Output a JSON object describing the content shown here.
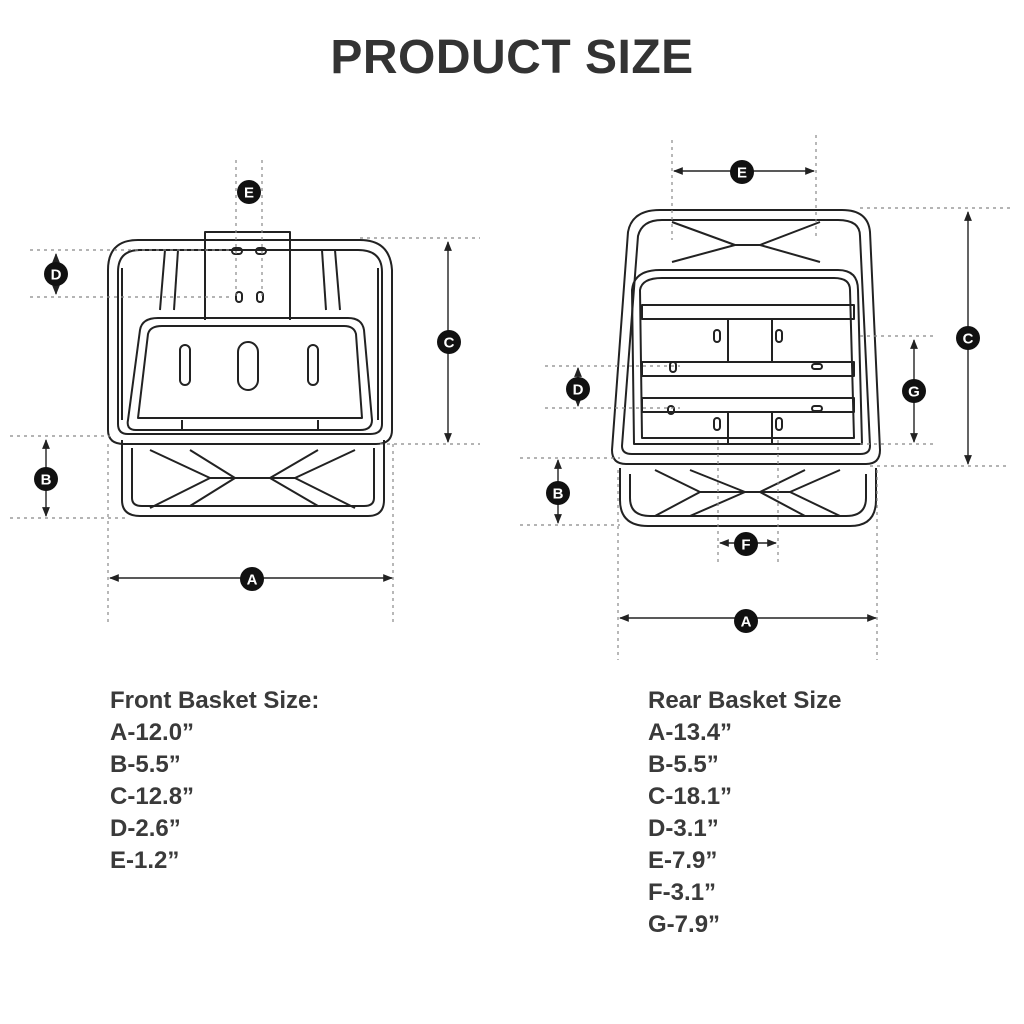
{
  "title": "PRODUCT SIZE",
  "front": {
    "heading": "Front Basket Size:",
    "specs": [
      {
        "label": "A",
        "value": "12.0”"
      },
      {
        "label": "B",
        "value": "5.5”"
      },
      {
        "label": "C",
        "value": "12.8”"
      },
      {
        "label": "D",
        "value": "2.6”"
      },
      {
        "label": "E",
        "value": "1.2”"
      }
    ]
  },
  "rear": {
    "heading": "Rear Basket Size",
    "specs": [
      {
        "label": "A",
        "value": "13.4”"
      },
      {
        "label": "B",
        "value": "5.5”"
      },
      {
        "label": "C",
        "value": "18.1”"
      },
      {
        "label": "D",
        "value": "3.1”"
      },
      {
        "label": "E",
        "value": "7.9”"
      },
      {
        "label": "F",
        "value": "3.1”"
      },
      {
        "label": "G",
        "value": "7.9”"
      }
    ]
  },
  "colors": {
    "ink": "#222222",
    "text": "#333333",
    "guide": "#888888"
  }
}
